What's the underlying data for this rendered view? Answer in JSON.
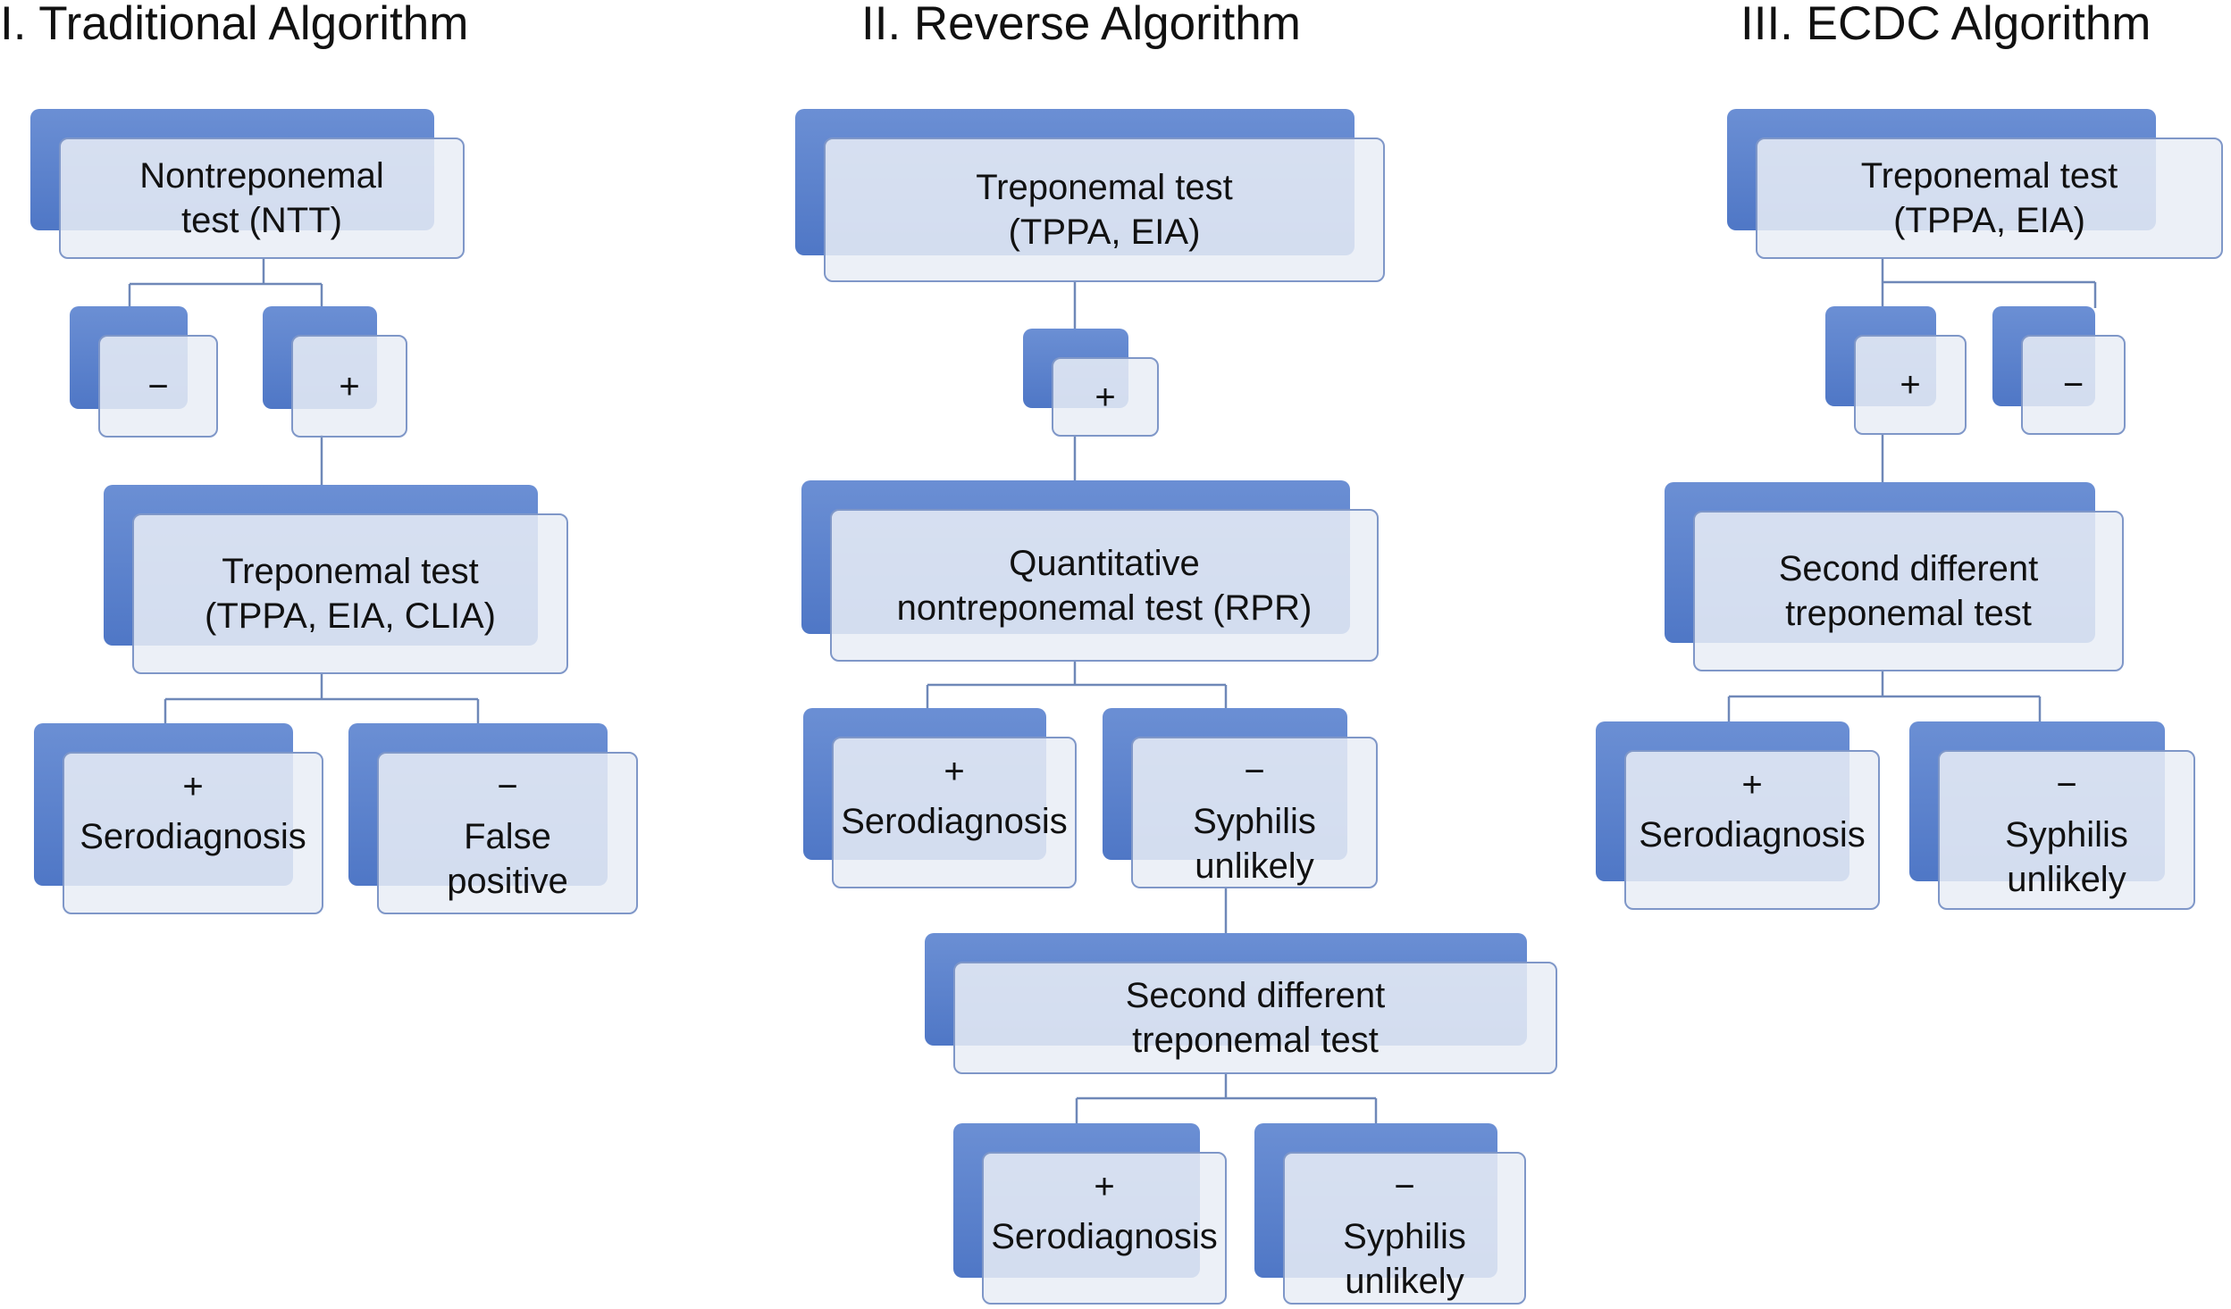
{
  "titles": {
    "traditional": "I. Traditional Algorithm",
    "reverse": "II. Reverse Algorithm",
    "ecdc": "III. ECDC Algorithm"
  },
  "traditional": {
    "ntt": [
      "Nontreponemal",
      "test (NTT)"
    ],
    "neg": "−",
    "pos": "+",
    "treponemal": [
      "Treponemal test",
      "(TPPA, EIA, CLIA)"
    ],
    "sero_sign": "+",
    "sero_label": "Serodiagnosis",
    "fp_sign": "−",
    "fp_label": [
      "False",
      "positive"
    ]
  },
  "reverse": {
    "treponemal": [
      "Treponemal test",
      "(TPPA, EIA)"
    ],
    "pos": "+",
    "rpr": [
      "Quantitative",
      "nontreponemal test (RPR)"
    ],
    "sero_sign": "+",
    "sero_label": "Serodiagnosis",
    "unlikely_sign": "−",
    "unlikely_label": [
      "Syphilis",
      "unlikely"
    ],
    "second": [
      "Second different",
      "treponemal test"
    ],
    "sero2_sign": "+",
    "sero2_label": "Serodiagnosis",
    "unlikely2_sign": "−",
    "unlikely2_label": [
      "Syphilis",
      "unlikely"
    ]
  },
  "ecdc": {
    "treponemal": [
      "Treponemal test",
      "(TPPA, EIA)"
    ],
    "pos": "+",
    "neg": "−",
    "second": [
      "Second different",
      "treponemal test"
    ],
    "sero_sign": "+",
    "sero_label": "Serodiagnosis",
    "unlikely_sign": "−",
    "unlikely_label": [
      "Syphilis",
      "unlikely"
    ]
  },
  "colors": {
    "box_back": "#4f77c6",
    "box_front": "#e9eef6",
    "box_border": "#7f97c8",
    "connector": "#6f88b8"
  }
}
